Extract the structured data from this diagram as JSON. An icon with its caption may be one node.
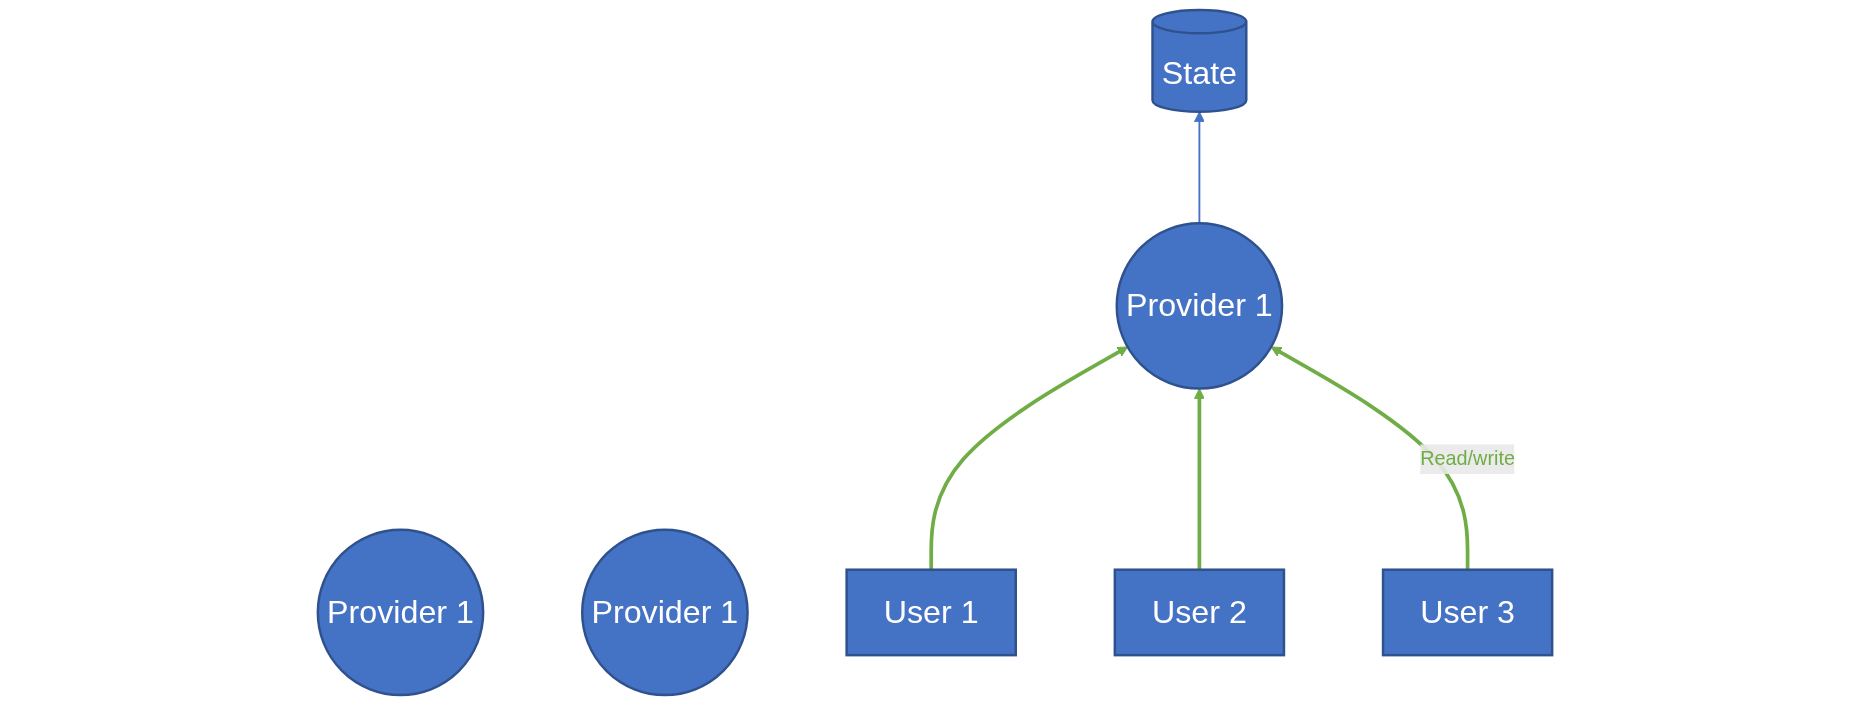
{
  "diagram": {
    "nodes": [
      {
        "text": [
          "Provider 1"
        ]
      },
      {
        "text": [
          "State"
        ]
      },
      {
        "text": [
          "Provider 1"
        ]
      },
      {
        "text": [
          "Provider 1"
        ]
      },
      {
        "text": [
          "User 1"
        ]
      },
      {
        "text": [
          "User 2"
        ]
      },
      {
        "text": [
          "User 3"
        ]
      }
    ],
    "edges": [
      {
        "from": 0,
        "to": 1,
        "arrow": "to",
        "color": "#4472c4"
      },
      {
        "from": 4,
        "to": 0,
        "arrow": "to"
      },
      {
        "from": 5,
        "to": 0,
        "arrow": "to"
      },
      {
        "from": 6,
        "to": 0,
        "arrow": "to",
        "label": "Read/write"
      }
    ]
  }
}
